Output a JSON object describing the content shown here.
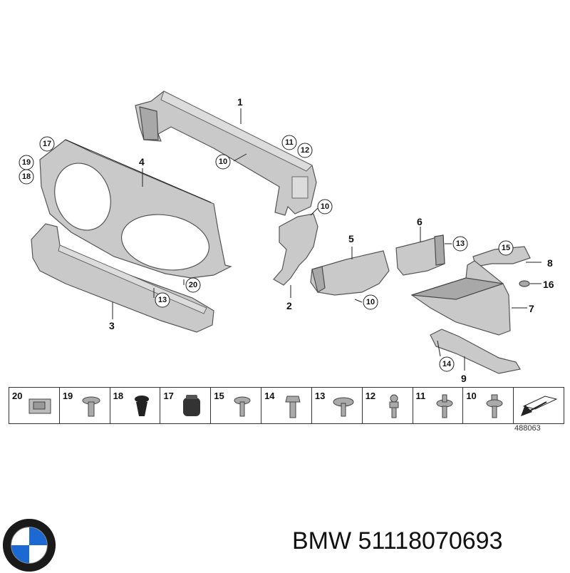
{
  "callouts": {
    "c1": "1",
    "c2": "2",
    "c3": "3",
    "c4": "4",
    "c5": "5",
    "c6": "6",
    "c7": "7",
    "c8": "8",
    "c9": "9",
    "c16": "16"
  },
  "circled": {
    "c17": "17",
    "c19": "19",
    "c18": "18",
    "c11": "11",
    "c12": "12",
    "c10a": "10",
    "c10b": "10",
    "c10c": "10",
    "c20": "20",
    "c13a": "13",
    "c13b": "13",
    "c15": "15",
    "c14": "14"
  },
  "legend": {
    "items": [
      {
        "number": "20",
        "icon": "clip-nut-icon"
      },
      {
        "number": "19",
        "icon": "hex-screw-icon"
      },
      {
        "number": "18",
        "icon": "expanding-rivet-icon"
      },
      {
        "number": "17",
        "icon": "rubber-buffer-icon"
      },
      {
        "number": "15",
        "icon": "flange-screw-icon"
      },
      {
        "number": "14",
        "icon": "hex-bolt-icon"
      },
      {
        "number": "13",
        "icon": "plate-screw-icon"
      },
      {
        "number": "12",
        "icon": "ball-stud-icon"
      },
      {
        "number": "11",
        "icon": "plastic-rivet-icon"
      },
      {
        "number": "10",
        "icon": "bolt-washer-icon"
      }
    ],
    "reference": "488063"
  },
  "brand": "BMW",
  "part_number": "51118070693",
  "colors": {
    "part": "#c9c9c9",
    "outline": "#555555",
    "logo_blue": "#1c69d4"
  }
}
